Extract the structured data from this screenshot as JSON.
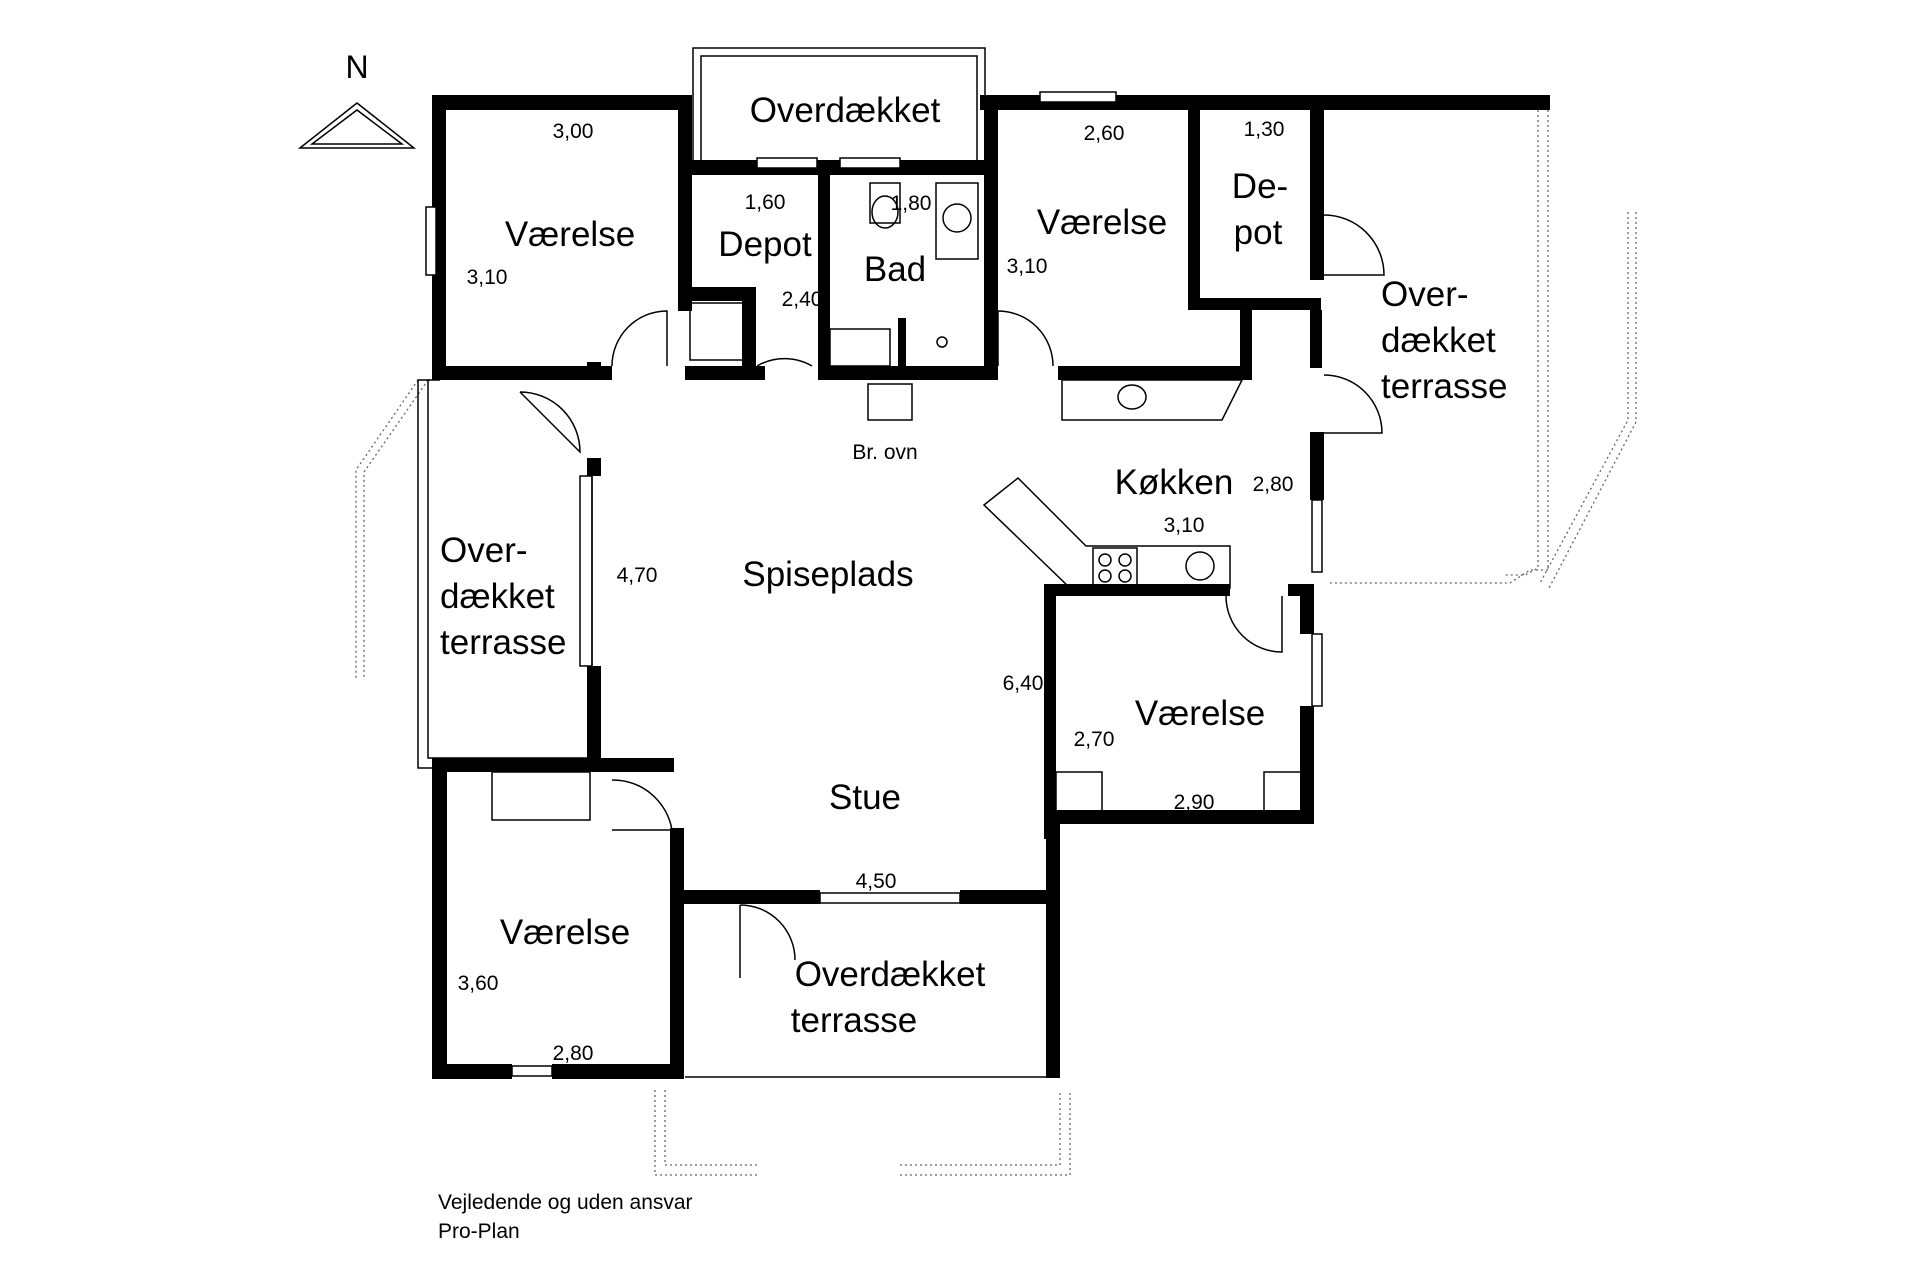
{
  "north_label": "N",
  "rooms": {
    "covered_north": "Overdækket",
    "room_nw": "Værelse",
    "depot_left": "Depot",
    "bath": "Bad",
    "room_ne": "Værelse",
    "depot_right_line1": "De-",
    "depot_right_line2": "pot",
    "terrace_east": [
      "Over-",
      "dækket",
      "terrasse"
    ],
    "terrace_west": [
      "Over-",
      "dækket",
      "terrasse"
    ],
    "stove": "Br. ovn",
    "kitchen": "Køkken",
    "dining": "Spiseplads",
    "room_east": "Værelse",
    "living": "Stue",
    "room_sw": "Værelse",
    "terrace_south": [
      "Overdækket",
      "terrasse"
    ]
  },
  "dimensions": {
    "nw_width": "3,00",
    "nw_depth": "3,10",
    "depot_width": "1,60",
    "depot_depth": "2,40",
    "bath_width": "1,80",
    "ne_width": "2,60",
    "ne_depth": "3,10",
    "depot2_width": "1,30",
    "kitchen_depth": "2,80",
    "kitchen_width": "3,10",
    "dining_depth": "4,70",
    "living_depth": "6,40",
    "east_depth": "2,70",
    "east_width": "2,90",
    "living_width": "4,50",
    "sw_depth": "3,60",
    "sw_width": "2,80"
  },
  "footer": {
    "line1": "Vejledende og uden ansvar",
    "line2": "Pro-Plan"
  }
}
